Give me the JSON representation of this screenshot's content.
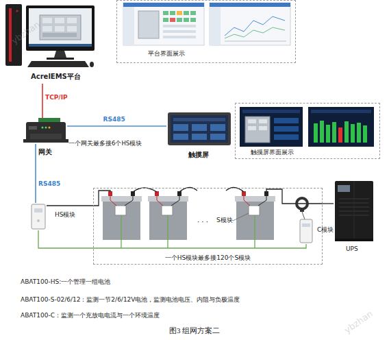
{
  "diagram": {
    "caption": "图3 组网方案二",
    "nodes": [
      {
        "text": [
          "AcrelEMS平台"
        ]
      },
      {
        "text": [
          "平台界面展示"
        ]
      },
      {
        "text": [
          "网关"
        ]
      },
      {
        "text": [
          "触摸屏"
        ]
      },
      {
        "text": [
          "触摸屏界面展示"
        ]
      },
      {
        "text": [
          "HS模块"
        ]
      },
      {
        "text": [
          "一个HS模块最多接120个S模块"
        ]
      },
      {
        "text": [
          "C模块"
        ]
      },
      {
        "text": [
          "UPS"
        ]
      }
    ],
    "edges": [
      {
        "from": 0,
        "to": 2,
        "label": "TCP/IP",
        "arrow": "none"
      },
      {
        "from": 2,
        "to": 3,
        "label": "RS485",
        "arrow": "none"
      },
      {
        "from": 2,
        "to": 5,
        "label": "RS485",
        "arrow": "none"
      },
      {
        "from": 5,
        "to": 6,
        "arrow": "none"
      },
      {
        "from": 5,
        "to": 7,
        "arrow": "none"
      },
      {
        "from": 6,
        "to": 8,
        "arrow": "none"
      }
    ],
    "labels": [
      "一个网关最多接6个HS模块",
      "· · ·",
      "S模块",
      "ABAT100-HS:一个管理一组电池",
      "ABAT100-S-02/6/12：监测一节2/6/12V电池，监测电池电压、内阻与负极温度",
      "ABAT100-C：监测一个充放电电流与一个环境温度",
      "ybzhan",
      "ybzhan"
    ]
  }
}
